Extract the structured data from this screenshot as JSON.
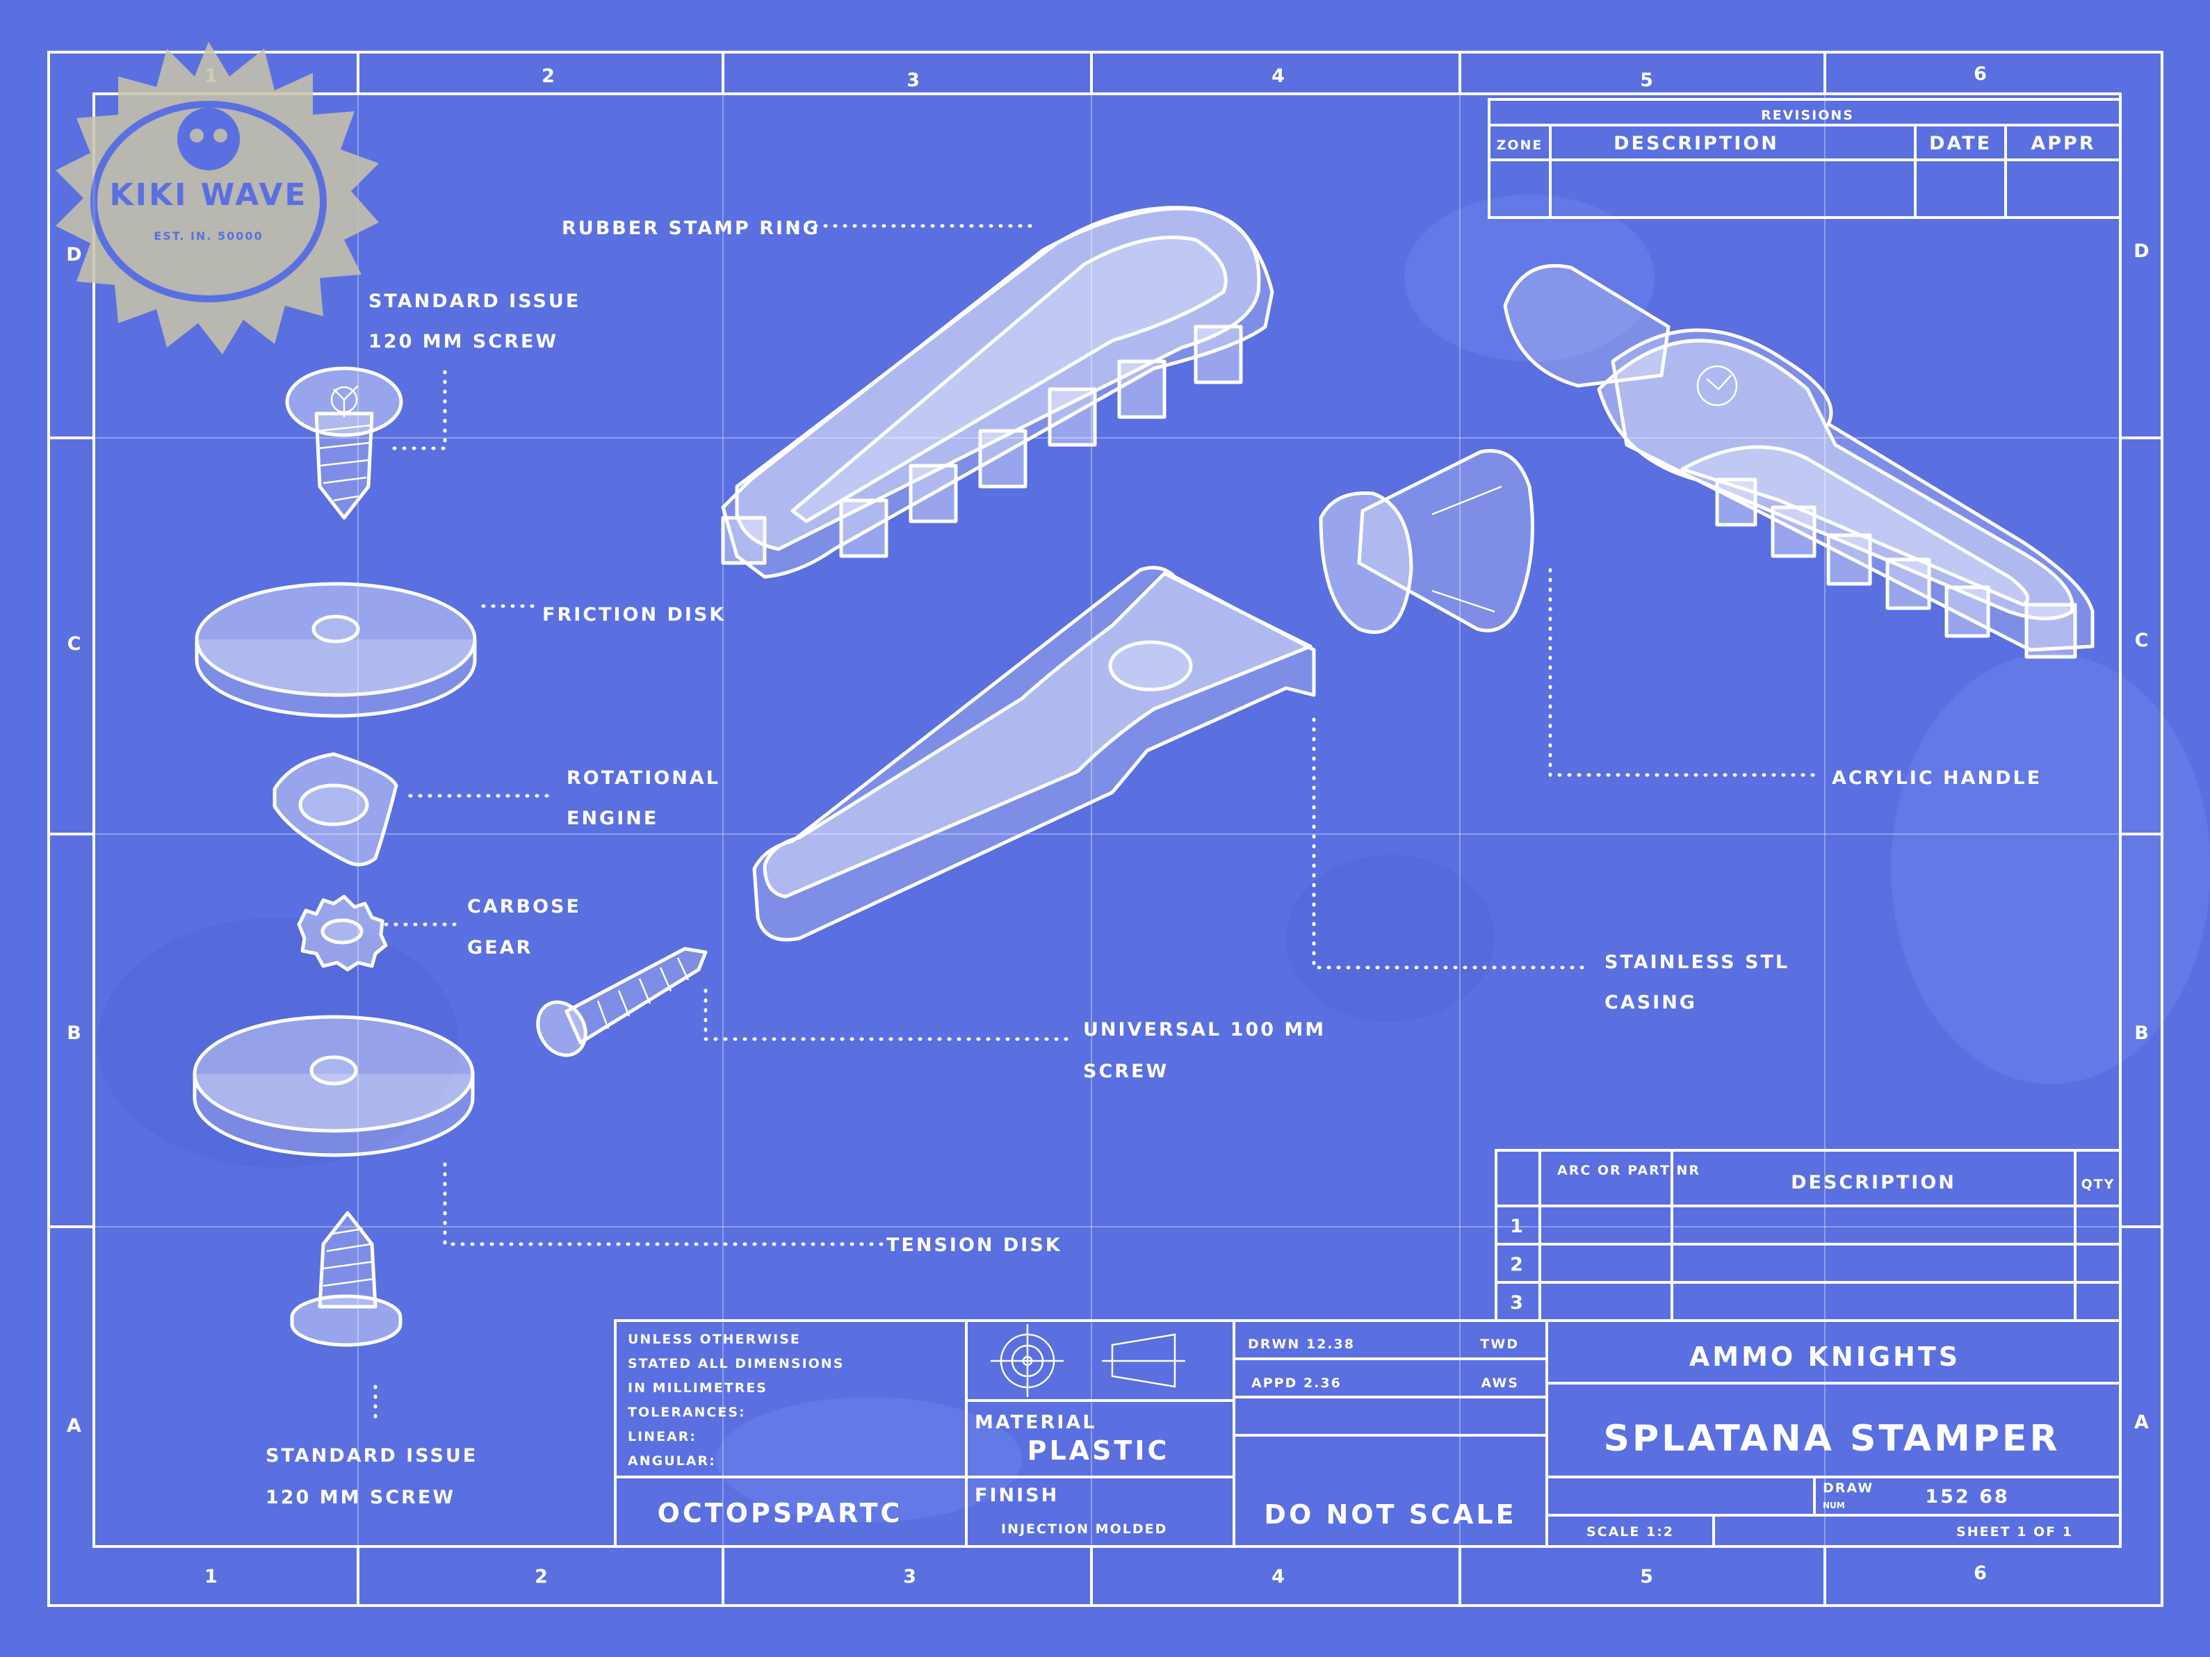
{
  "frame": {
    "columns": [
      "1",
      "2",
      "3",
      "4",
      "5",
      "6"
    ],
    "rows": [
      "D",
      "C",
      "B",
      "A"
    ]
  },
  "stamp": {
    "text": "KIKI WAVE",
    "subtitle": "EST. IN. 50000"
  },
  "callouts": {
    "screw_top": [
      "STANDARD ISSUE",
      "120 MM SCREW"
    ],
    "friction_disk": "FRICTION DISK",
    "rotational_engine": [
      "ROTATIONAL",
      "ENGINE"
    ],
    "carbose_gear": [
      "CARBOSE",
      "GEAR"
    ],
    "tension_disk": "TENSION DISK",
    "screw_bottom": [
      "STANDARD ISSUE",
      "120 MM SCREW"
    ],
    "rubber_stamp_ring": "RUBBER STAMP RING",
    "universal_screw": [
      "UNIVERSAL 100 MM",
      "SCREW"
    ],
    "stainless_casing": [
      "STAINLESS STL",
      "CASING"
    ],
    "acrylic_handle": "ACRYLIC HANDLE"
  },
  "revisions": {
    "title": "REVISIONS",
    "headers": [
      "ZONE",
      "DESCRIPTION",
      "DATE",
      "APPR"
    ]
  },
  "parts_list": {
    "headers": [
      "ARC OR PART NR",
      "DESCRIPTION",
      "QTY"
    ],
    "rows": [
      "1",
      "2",
      "3"
    ]
  },
  "title_block": {
    "notes": [
      "UNLESS OTHERWISE",
      "STATED ALL DIMENSIONS",
      "IN MILLIMETRES",
      "TOLERANCES:",
      "LINEAR:",
      "ANGULAR:"
    ],
    "company_code": "OCTOPSPARTC",
    "material_label": "MATERIAL",
    "material_value": "PLASTIC",
    "finish_label": "FINISH",
    "finish_value": "INJECTION MOLDED",
    "drawn": "DRWN 12.38",
    "drawn_init": "TWD",
    "approved": "APPD 2.36",
    "approved_init": "AWS",
    "warning": "DO NOT SCALE",
    "company": "AMMO KNIGHTS",
    "product": "SPLATANA STAMPER",
    "dwg_label": "DRAW",
    "dwg_sub": "NUM",
    "dwg_number": "152 68",
    "scale": "SCALE 1:2",
    "sheet": "SHEET 1 OF 1"
  },
  "colors": {
    "background": "#5a6fe0",
    "ink": "#ffffff",
    "stamp": "#c9c4a8"
  }
}
